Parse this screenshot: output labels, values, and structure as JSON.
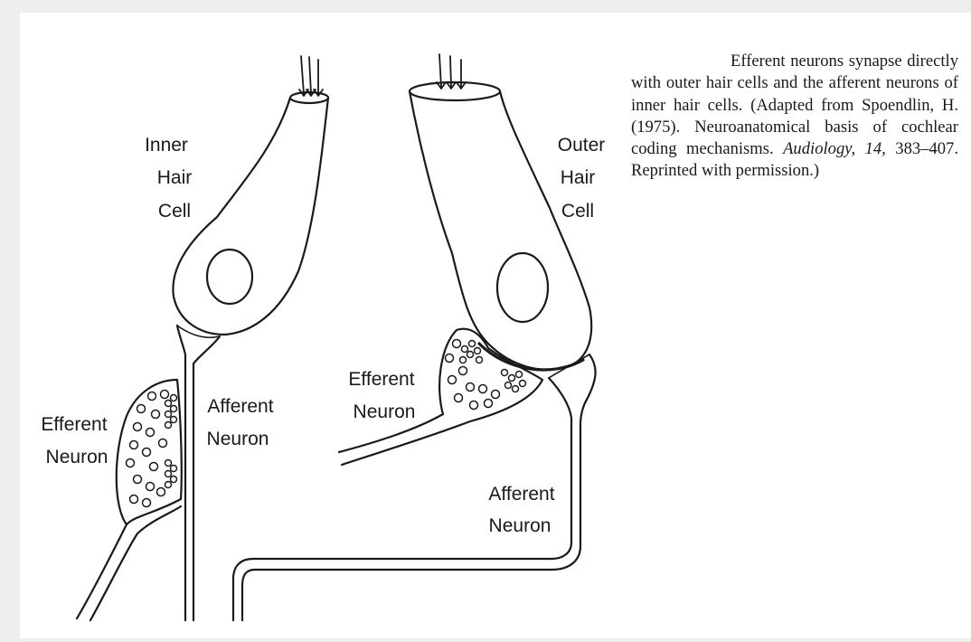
{
  "labels": {
    "inner_hair_cell": [
      "Inner",
      "Hair",
      "Cell"
    ],
    "outer_hair_cell": [
      "Outer",
      "Hair",
      "Cell"
    ],
    "efferent_left": [
      "Efferent",
      "Neuron"
    ],
    "afferent_inner": [
      "Afferent",
      "Neuron"
    ],
    "efferent_outer": [
      "Efferent",
      "Neuron"
    ],
    "afferent_outer": [
      "Afferent",
      "Neuron"
    ]
  },
  "caption": {
    "part1": "Efferent neurons synapse directly with outer hair cells and the afferent neurons of inner hair cells. (Adapted from Spoendlin, H. (1975). Neuroanatomical basis of cochlear coding mechanisms. ",
    "journal": "Audiology, 14,",
    "part2": " 383–407. Reprinted with permission.)"
  },
  "colors": {
    "ink": "#1a1a1a",
    "background": "#eeeeee",
    "panel": "#ffffff"
  }
}
